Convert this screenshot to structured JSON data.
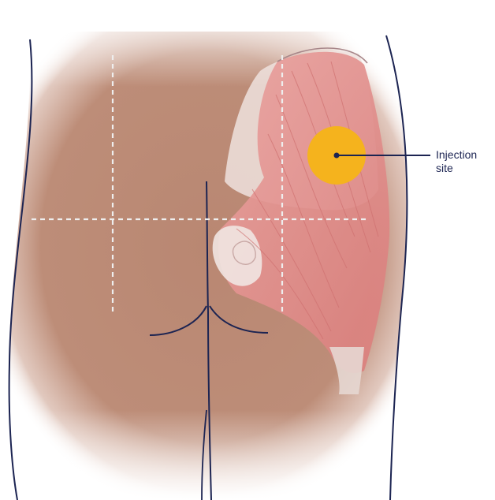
{
  "callout": {
    "line1": "Injection",
    "line2": "site"
  },
  "colors": {
    "skin": "#bb8a76",
    "outline": "#1c2452",
    "muscle": "#e79896",
    "muscle_dark": "#d27776",
    "bone": "#ede0dc",
    "injection_marker": "#f5b31d",
    "guide_line": "#eeeeee"
  },
  "icons": {
    "injection_marker": "filled-circle-with-dot"
  }
}
